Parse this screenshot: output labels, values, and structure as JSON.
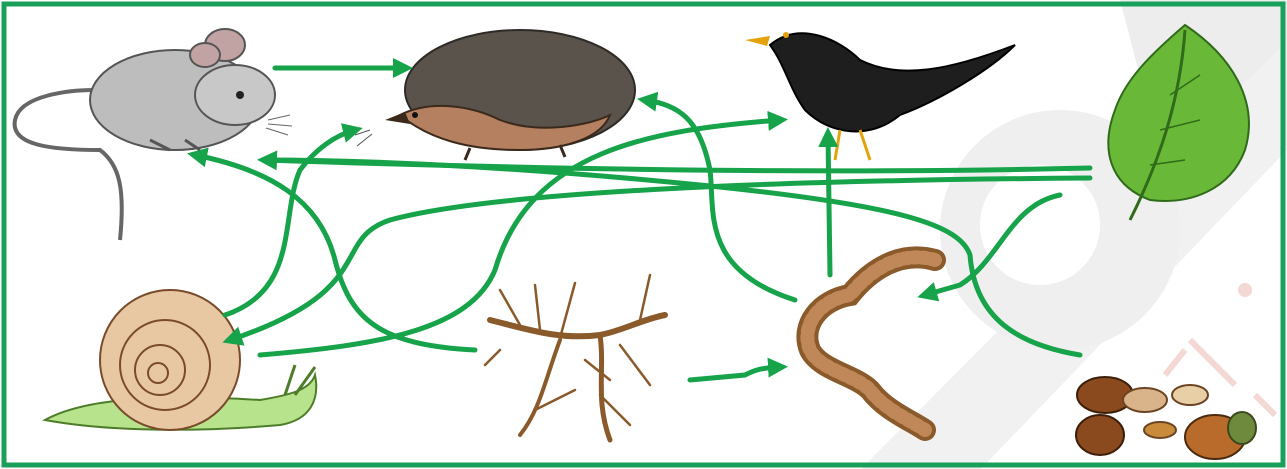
{
  "colors": {
    "frame": "#18a05a",
    "arrow": "#16a34a",
    "watermark": "#e9e9e9",
    "watermark_accent": "#f3d8d4"
  },
  "organisms": [
    {
      "id": "mouse",
      "icon": "mouse-icon"
    },
    {
      "id": "hedgehog",
      "icon": "hedgehog-icon"
    },
    {
      "id": "blackbird",
      "icon": "blackbird-icon"
    },
    {
      "id": "leaf",
      "icon": "leaf-icon"
    },
    {
      "id": "snail",
      "icon": "snail-icon"
    },
    {
      "id": "roots",
      "icon": "roots-icon"
    },
    {
      "id": "worm",
      "icon": "worm-icon"
    },
    {
      "id": "nuts-seeds",
      "icon": "nuts-seeds-icon"
    }
  ],
  "food_chain_links": [
    {
      "from": "mouse",
      "to": "hedgehog"
    },
    {
      "from": "snail",
      "to": "hedgehog"
    },
    {
      "from": "snail",
      "to": "blackbird"
    },
    {
      "from": "worm",
      "to": "hedgehog"
    },
    {
      "from": "worm",
      "to": "blackbird"
    },
    {
      "from": "leaf",
      "to": "mouse"
    },
    {
      "from": "leaf",
      "to": "snail"
    },
    {
      "from": "leaf",
      "to": "worm"
    },
    {
      "from": "roots",
      "to": "mouse"
    },
    {
      "from": "roots",
      "to": "worm"
    },
    {
      "from": "nuts-seeds",
      "to": "mouse"
    }
  ]
}
